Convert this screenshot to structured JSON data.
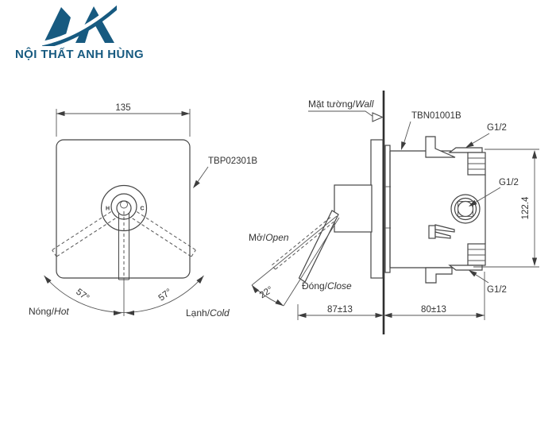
{
  "brand": {
    "name": "NỘI THẤT ANH HÙNG",
    "color": "#175a80"
  },
  "colors": {
    "line": "#454545",
    "text": "#333333",
    "background": "#ffffff"
  },
  "front_view": {
    "width_dim": "135",
    "part_code": "TBP02301B",
    "hot_mark": "H",
    "cold_mark": "C",
    "angle_left": "57°",
    "angle_right": "57°",
    "hot_vi": "Nóng/",
    "hot_en": "Hot",
    "cold_vi": "Lạnh/",
    "cold_en": "Cold"
  },
  "side_view": {
    "wall_vi": "Mặt tường/",
    "wall_en": "Wall",
    "part_code": "TBN01001B",
    "thread_top": "G1/2",
    "thread_mid": "G1/2",
    "thread_bottom": "G1/2",
    "height_dim": "122.4",
    "open_vi": "Mở/",
    "open_en": "Open",
    "close_vi": "Đóng/",
    "close_en": "Close",
    "open_angle": "22°",
    "front_depth": "87±13",
    "back_depth": "80±13"
  }
}
